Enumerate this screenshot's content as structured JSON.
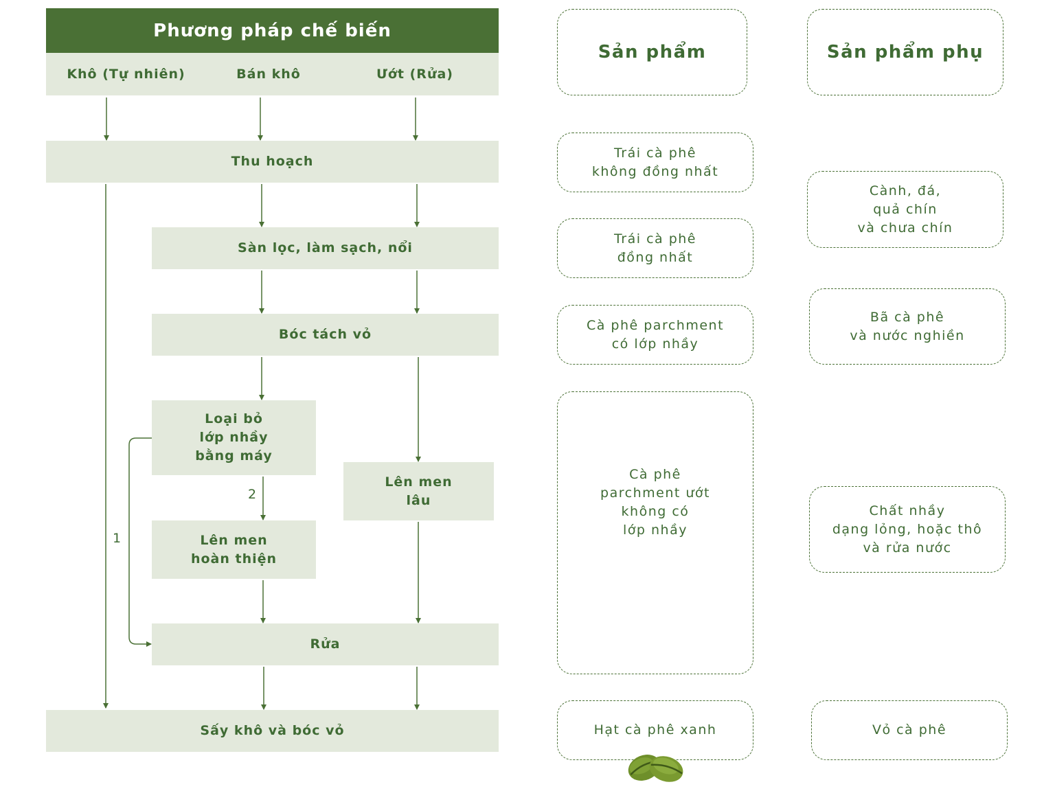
{
  "header": {
    "title": "Phương pháp chế biến"
  },
  "methods": [
    "Khô (Tự nhiên)",
    "Bán khô",
    "Ướt (Rửa)"
  ],
  "steps": {
    "harvest": "Thu hoạch",
    "sorting": "Sàn lọc, làm sạch, nổi",
    "pulping": "Bóc tách vỏ",
    "mucilage_removal": "Loại bỏ\nlớp nhầy\nbằng máy",
    "long_fermentation": "Lên men\nlâu",
    "complete_fermentation": "Lên men\nhoàn thiện",
    "washing": "Rửa",
    "drying_hulling": "Sấy khô và bóc vỏ"
  },
  "path_labels": {
    "path1": "1",
    "path2": "2"
  },
  "products": {
    "title": "Sản phẩm",
    "items": [
      "Trái cà phê\nkhông đồng nhất",
      "Trái cà phê\nđồng nhất",
      "Cà phê parchment\ncó lớp nhầy",
      "Cà phê\nparchment ướt\nkhông có\nlớp nhầy",
      "Hạt cà phê xanh"
    ]
  },
  "byproducts": {
    "title": "Sản phẩm phụ",
    "items": [
      "Cành, đá,\nquả chín\nvà chưa chín",
      "Bã cà phê\nvà nước nghiền",
      "Chất nhầy\ndạng lỏng, hoặc thô\nvà rửa nước",
      "Vỏ cà phê"
    ]
  },
  "colors": {
    "dark_green": "#4a7035",
    "light_green": "#e3e9dc",
    "text_green": "#3f6b34"
  },
  "icons": [
    "coffee-beans-icon"
  ]
}
